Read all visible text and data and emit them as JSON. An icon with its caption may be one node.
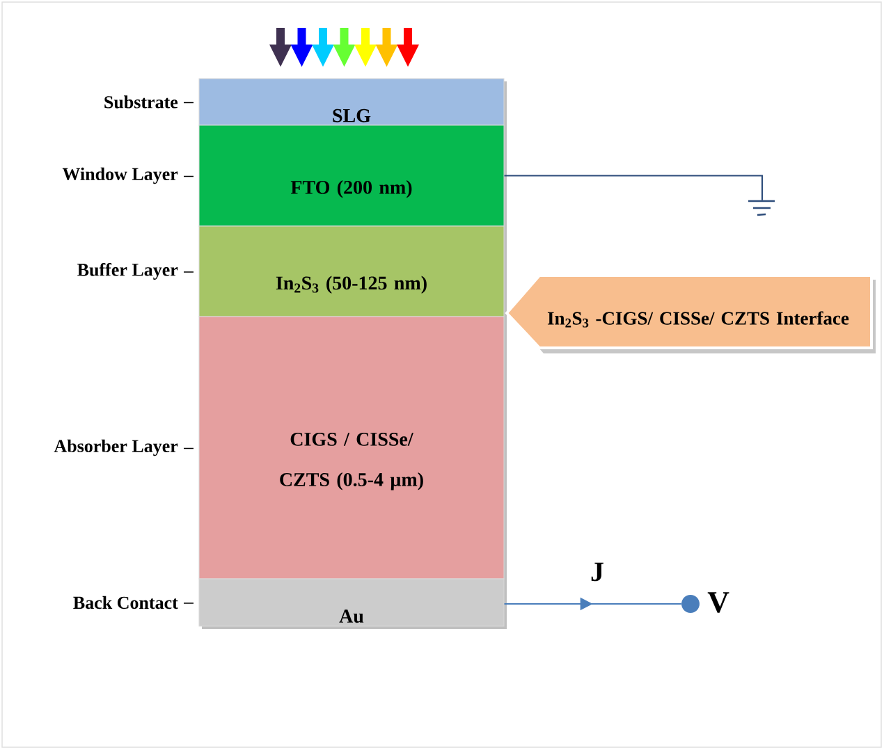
{
  "diagram": {
    "nodes": [
      {
        "text": [
          "SLG"
        ],
        "beside": [
          "Substrate"
        ]
      },
      {
        "text": [
          "FTO (200 nm)"
        ],
        "beside": [
          "Window Layer"
        ]
      },
      {
        "text": [
          "In$_{2}$S$_{3}$ (50-125 nm)"
        ],
        "beside": [
          "Buffer Layer"
        ]
      },
      {
        "text": [
          "CIGS / CISSe/ CZTS (0.5-4 µm)"
        ],
        "beside": [
          "Absorber Layer"
        ]
      },
      {
        "text": [
          "Au"
        ],
        "beside": [
          "Back Contact"
        ]
      },
      {
        "text": [
          "In$_{2}$S$_{3}$ -CIGS/ CISSe/ CZTS Interface"
        ]
      },
      {
        "text": [],
        "shape": "ground"
      },
      {
        "text": [],
        "shape": "circle",
        "beside": [
          "V"
        ]
      }
    ],
    "edges": [
      {
        "from": 1,
        "to": 6,
        "arrow": "none"
      },
      {
        "from": 4,
        "to": 7,
        "arrow": "to",
        "label": "J",
        "color": "#4a7ebb"
      }
    ]
  }
}
